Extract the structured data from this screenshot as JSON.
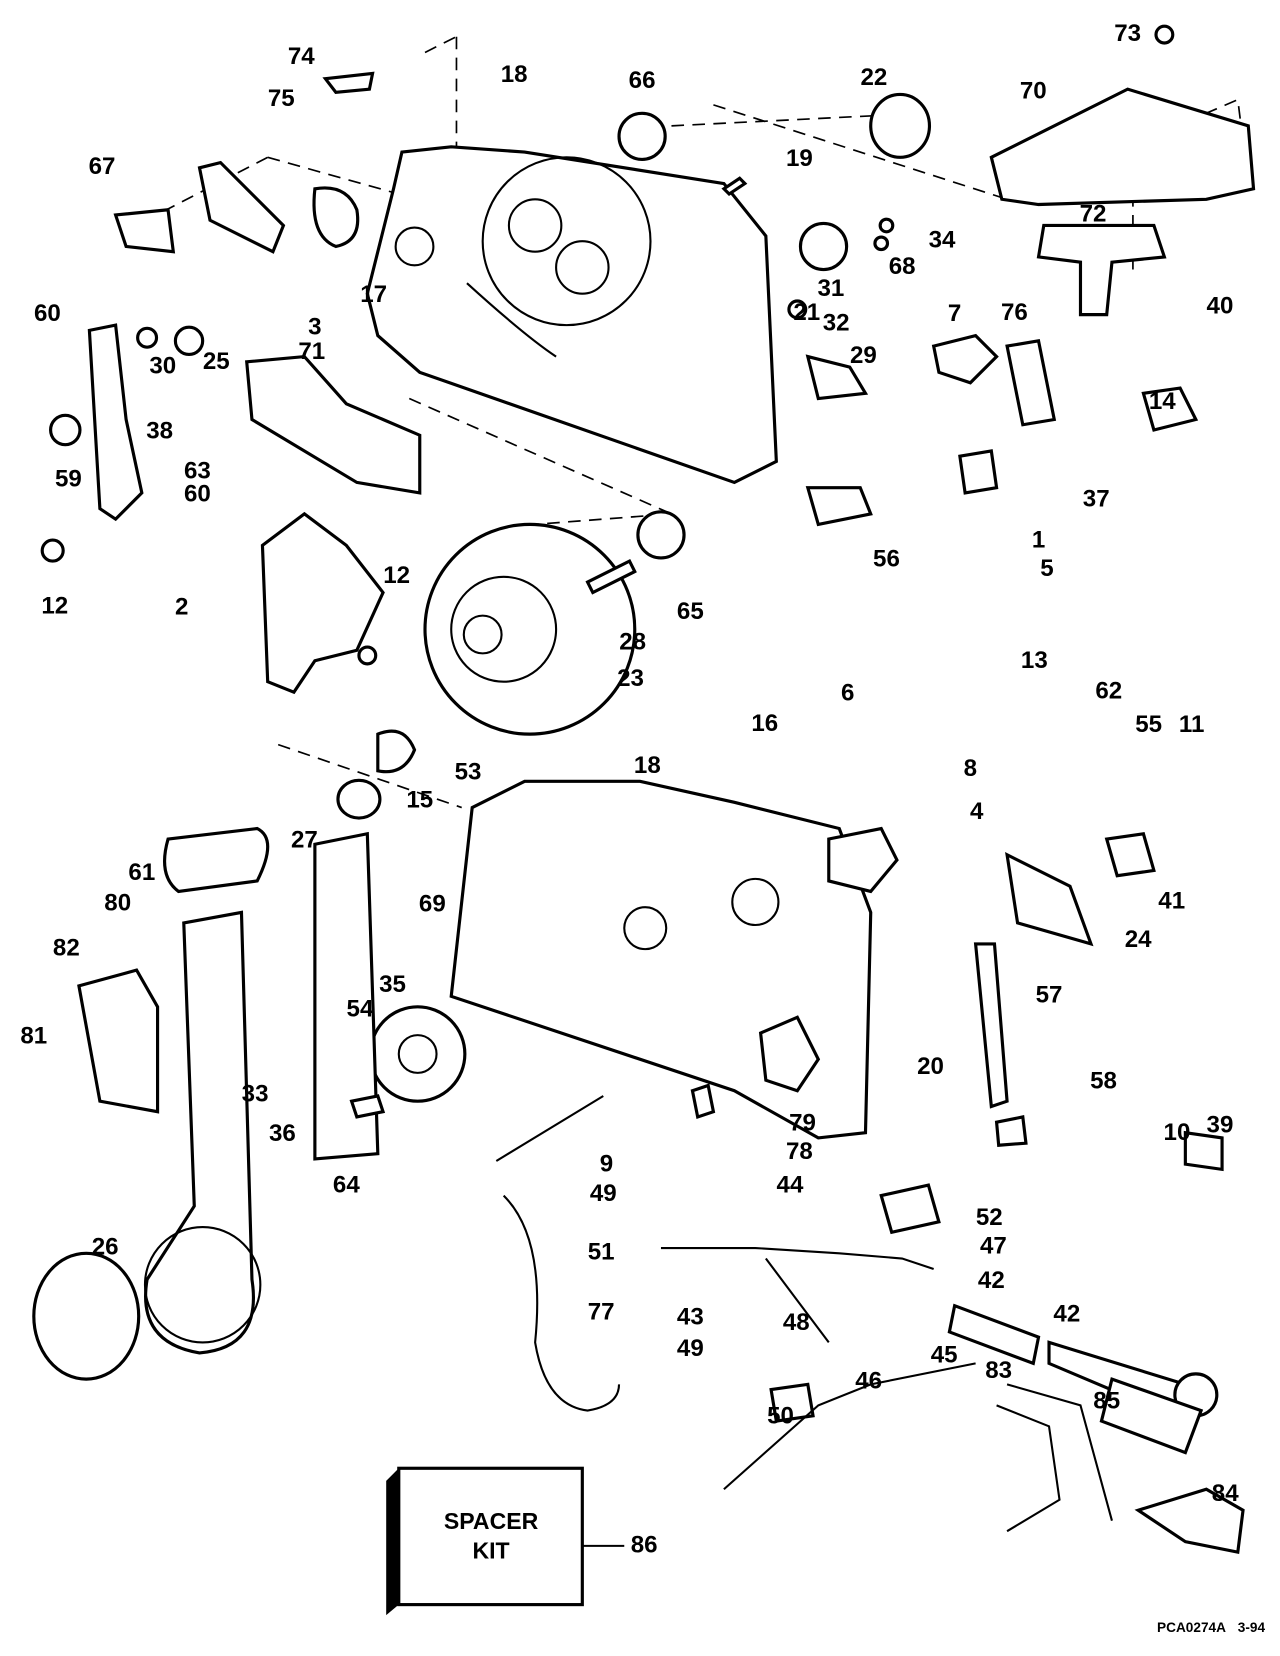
{
  "diagram": {
    "callouts": [
      "74",
      "75",
      "18",
      "66",
      "22",
      "73",
      "70",
      "19",
      "67",
      "17",
      "3",
      "31",
      "68",
      "34",
      "72",
      "40",
      "7",
      "76",
      "32",
      "29",
      "21",
      "60",
      "25",
      "30",
      "71",
      "38",
      "59",
      "63",
      "60",
      "14",
      "37",
      "1",
      "5",
      "56",
      "12",
      "2",
      "12",
      "28",
      "65",
      "23",
      "13",
      "62",
      "55",
      "11",
      "6",
      "16",
      "8",
      "4",
      "18",
      "53",
      "15",
      "41",
      "24",
      "61",
      "27",
      "80",
      "82",
      "69",
      "35",
      "54",
      "81",
      "33",
      "36",
      "20",
      "57",
      "58",
      "10",
      "39",
      "79",
      "78",
      "64",
      "9",
      "49",
      "44",
      "52",
      "51",
      "47",
      "42",
      "42",
      "43",
      "48",
      "49",
      "45",
      "46",
      "26",
      "77",
      "50",
      "83",
      "85",
      "84",
      "86"
    ],
    "spacer_kit": [
      "SPACER",
      "KIT"
    ],
    "figure_code": "PCA0274A",
    "figure_date": "3-94"
  }
}
